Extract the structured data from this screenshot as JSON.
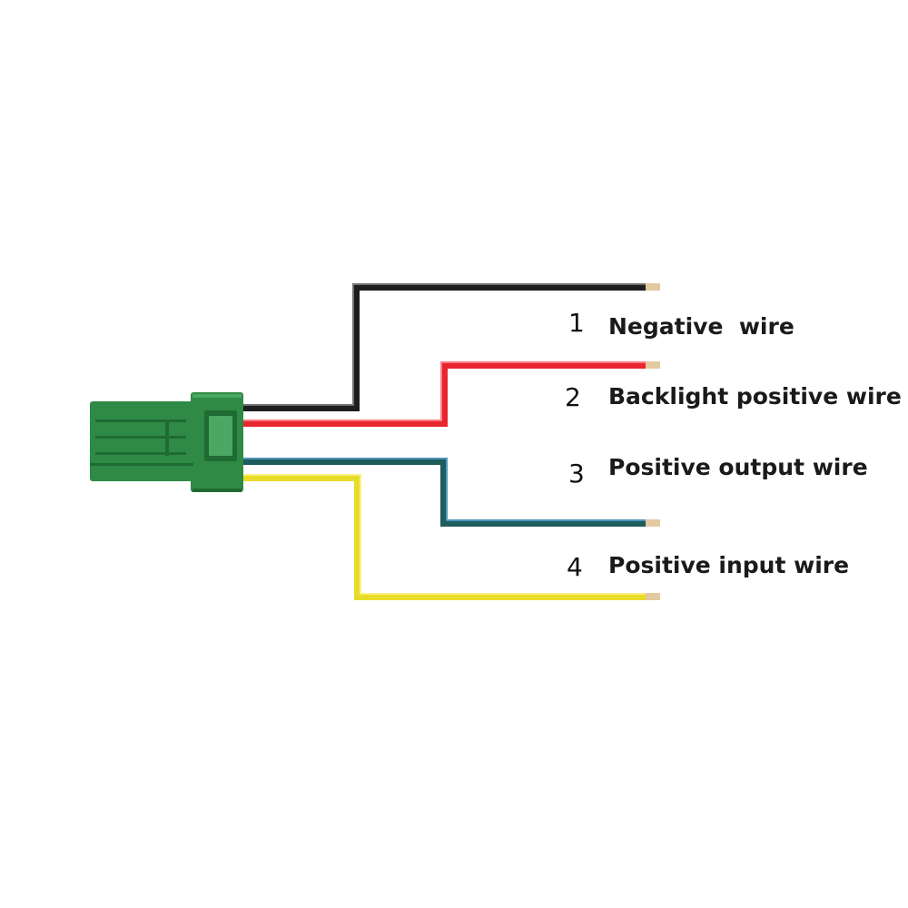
{
  "wires": [
    {
      "id": "negative",
      "number": "1",
      "label": "Negative  wire",
      "color": "#1e1e1e",
      "highlight": "#8a8a8a"
    },
    {
      "id": "backlight-positive",
      "number": "2",
      "label": "Backlight positive wire",
      "color": "#e8262f",
      "highlight": "#ff9a9f"
    },
    {
      "id": "positive-output",
      "number": "3",
      "label": "Positive output wire",
      "color": "#1f5c5c",
      "highlight": "#5aa8d8"
    },
    {
      "id": "positive-input",
      "number": "4",
      "label": "Positive input wire",
      "color": "#e8dc2a",
      "highlight": "#fff79a"
    }
  ],
  "connector": {
    "color": "#2e8a45",
    "dark": "#1f6b33",
    "light": "#4aa862"
  },
  "wire_tip_color": "#e2c9a0"
}
